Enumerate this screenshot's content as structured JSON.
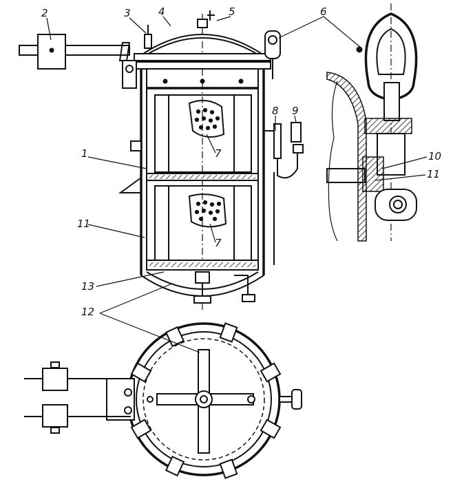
{
  "labels": {
    "l1": "1",
    "l2": "2",
    "l3": "3",
    "l4": "4",
    "l5": "5",
    "l6": "6",
    "l7a": "7",
    "l7b": "7",
    "l8": "8",
    "l9": "9",
    "l10": "10",
    "l11a": "11",
    "l11b": "11",
    "l12": "12",
    "l13": "13"
  }
}
